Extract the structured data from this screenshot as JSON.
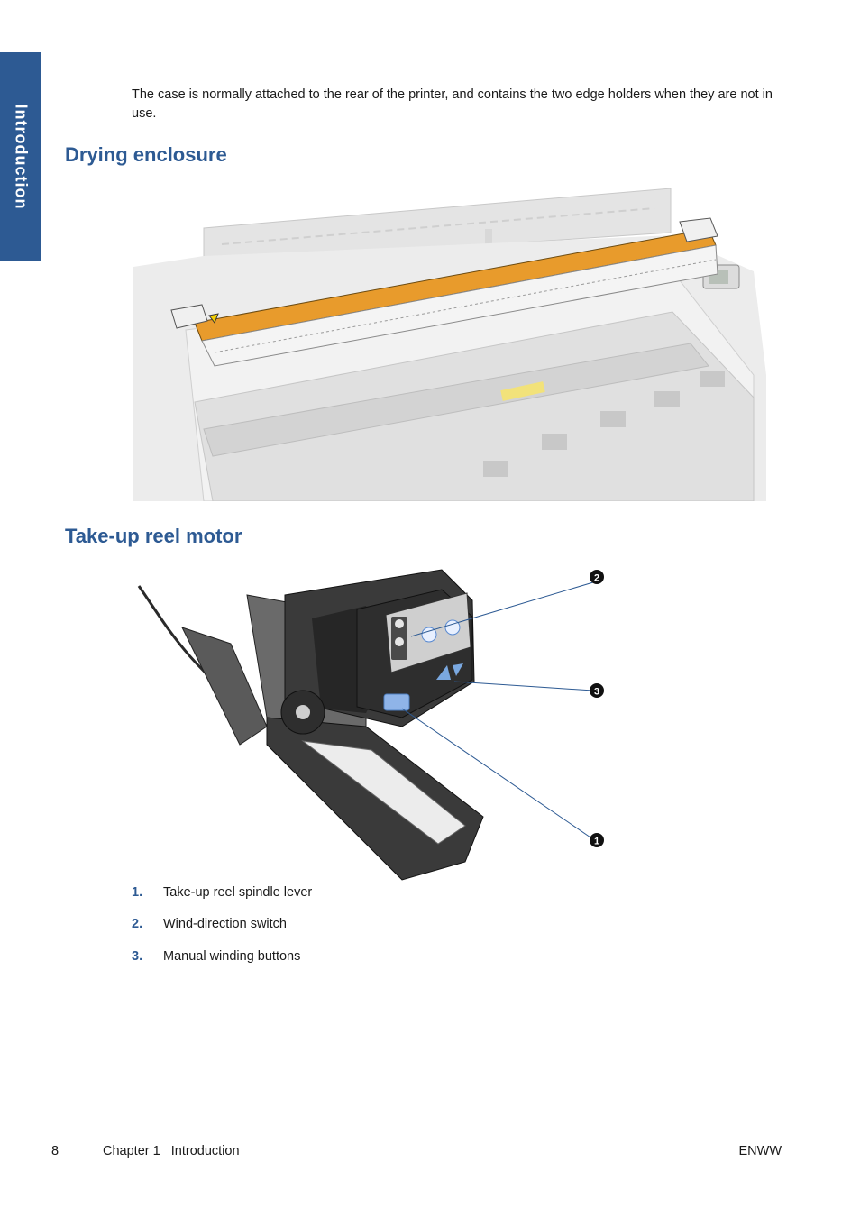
{
  "side_tab": {
    "label": "Introduction"
  },
  "intro_text": "The case is normally attached to the rear of the printer, and contains the two edge holders when they are not in use.",
  "sections": {
    "drying_enclosure": {
      "heading": "Drying enclosure"
    },
    "take_up_reel_motor": {
      "heading": "Take-up reel motor",
      "callouts": [
        "2",
        "3",
        "1"
      ],
      "legend": [
        {
          "num": "1.",
          "label": "Take-up reel spindle lever"
        },
        {
          "num": "2.",
          "label": "Wind-direction switch"
        },
        {
          "num": "3.",
          "label": "Manual winding buttons"
        }
      ]
    }
  },
  "footer": {
    "page_number": "8",
    "chapter": "Chapter 1   Introduction",
    "right": "ENWW"
  },
  "colors": {
    "accent": "#2d5a93",
    "highlight_orange": "#e89b2c"
  }
}
